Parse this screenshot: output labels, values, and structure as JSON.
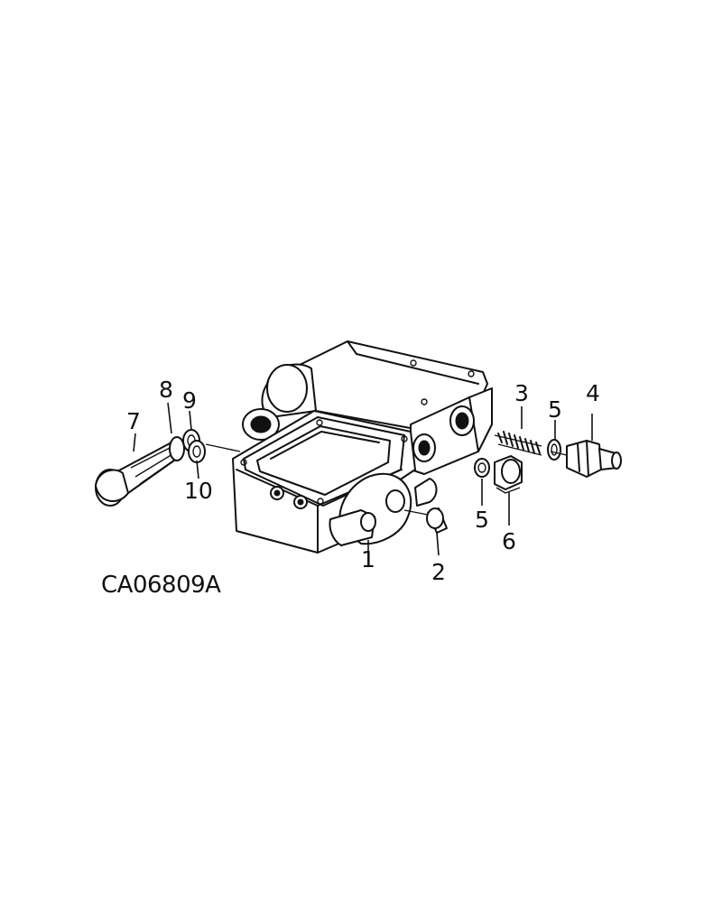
{
  "figure": {
    "code": "CA06809A",
    "callouts": [
      {
        "id": "c1",
        "text": "1"
      },
      {
        "id": "c2",
        "text": "2"
      },
      {
        "id": "c3",
        "text": "3"
      },
      {
        "id": "c4",
        "text": "4"
      },
      {
        "id": "c5a",
        "text": "5"
      },
      {
        "id": "c5b",
        "text": "5"
      },
      {
        "id": "c6",
        "text": "6"
      },
      {
        "id": "c7",
        "text": "7"
      },
      {
        "id": "c8",
        "text": "8"
      },
      {
        "id": "c9",
        "text": "9"
      },
      {
        "id": "c10",
        "text": "10"
      }
    ]
  }
}
